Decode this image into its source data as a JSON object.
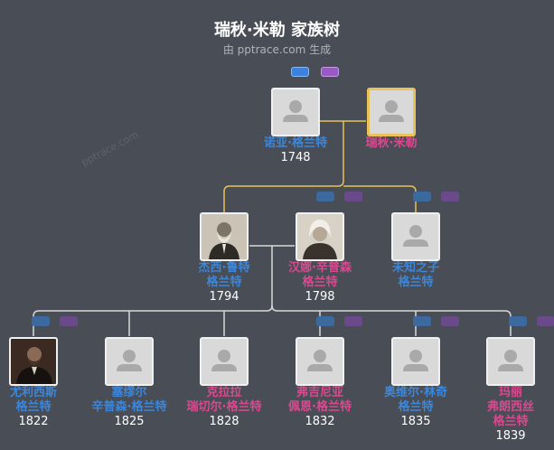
{
  "title": "瑞秋·米勒 家族树",
  "subtitle": "由 pptrace.com 生成",
  "watermark": "pptrace.com",
  "colors": {
    "male": "#3d86d8",
    "female": "#d84a8f",
    "line": "#d9d9d9",
    "couple_line": "#e8c25a",
    "background": "#494e56"
  },
  "people": [
    {
      "id": "noah",
      "name": [
        "诺亚·格兰特"
      ],
      "year": "1748",
      "gender": "m",
      "photo": "placeholder"
    },
    {
      "id": "rachel",
      "name": [
        "瑞秋·米勒"
      ],
      "year": "",
      "gender": "f",
      "photo": "placeholder",
      "highlight": true
    },
    {
      "id": "jesse",
      "name": [
        "杰西·鲁特",
        "格兰特"
      ],
      "year": "1794",
      "gender": "m",
      "photo": "portrait-man"
    },
    {
      "id": "hannah",
      "name": [
        "汉娜·辛普森",
        "格兰特"
      ],
      "year": "1798",
      "gender": "f",
      "photo": "portrait-woman"
    },
    {
      "id": "unknown",
      "name": [
        "未知之子",
        "格兰特"
      ],
      "year": "",
      "gender": "m",
      "photo": "placeholder"
    },
    {
      "id": "ulysses",
      "name": [
        "尤利西斯",
        "格兰特"
      ],
      "year": "1822",
      "gender": "m",
      "photo": "portrait-man-dark"
    },
    {
      "id": "samuel",
      "name": [
        "塞缪尔",
        "辛普森·格兰特"
      ],
      "year": "1825",
      "gender": "m",
      "photo": "placeholder"
    },
    {
      "id": "clara",
      "name": [
        "克拉拉",
        "瑞切尔·格兰特"
      ],
      "year": "1828",
      "gender": "f",
      "photo": "placeholder"
    },
    {
      "id": "virginia",
      "name": [
        "弗吉尼亚",
        "佩恩·格兰特"
      ],
      "year": "1832",
      "gender": "f",
      "photo": "placeholder"
    },
    {
      "id": "orvil",
      "name": [
        "奥维尔·林奇",
        "格兰特"
      ],
      "year": "1835",
      "gender": "m",
      "photo": "placeholder"
    },
    {
      "id": "mary",
      "name": [
        "玛丽",
        "弗朗西丝",
        "格兰特"
      ],
      "year": "1839",
      "gender": "f",
      "photo": "placeholder"
    }
  ]
}
